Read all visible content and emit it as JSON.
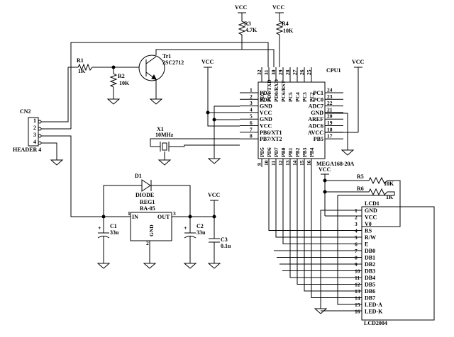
{
  "vcc": "VCC",
  "r3": {
    "ref": "R3",
    "value": "4.7K"
  },
  "r4": {
    "ref": "R4",
    "value": "10K"
  },
  "r1": {
    "ref": "R1",
    "value": "1K"
  },
  "r2": {
    "ref": "R2",
    "value": "10K"
  },
  "tr1": {
    "ref": "Tr1",
    "part": "2SC2712"
  },
  "cn2": {
    "ref": "CN2",
    "part": "HEADER 4",
    "pins": [
      "1",
      "2",
      "3",
      "4"
    ]
  },
  "x1": {
    "ref": "X1",
    "freq": "10MHz"
  },
  "cpu": {
    "ref": "CPU1",
    "part": "MEGA168-20A",
    "left_pins": [
      {
        "num": "1",
        "name": "PD3"
      },
      {
        "num": "2",
        "name": "PD4"
      },
      {
        "num": "3",
        "name": "GND"
      },
      {
        "num": "4",
        "name": "VCC"
      },
      {
        "num": "5",
        "name": "GND"
      },
      {
        "num": "6",
        "name": "VCC"
      },
      {
        "num": "7",
        "name": "PB6/XT1"
      },
      {
        "num": "8",
        "name": "PB7/XT2"
      }
    ],
    "right_pins": [
      {
        "num": "24",
        "name": "PC1"
      },
      {
        "num": "23",
        "name": "PC0"
      },
      {
        "num": "22",
        "name": "ADC7"
      },
      {
        "num": "21",
        "name": "GND"
      },
      {
        "num": "20",
        "name": "AREF"
      },
      {
        "num": "19",
        "name": "ADC6"
      },
      {
        "num": "18",
        "name": "AVCC"
      },
      {
        "num": "17",
        "name": "PB5"
      }
    ],
    "top_pins": [
      {
        "num": "32",
        "name": "PD2"
      },
      {
        "num": "31",
        "name": "PD1/TXD"
      },
      {
        "num": "30",
        "name": "PD0/RXD"
      },
      {
        "num": "29",
        "name": "PC6/RST"
      },
      {
        "num": "28",
        "name": "PC5"
      },
      {
        "num": "27",
        "name": "PC4"
      },
      {
        "num": "26",
        "name": "PC3"
      },
      {
        "num": "25",
        "name": "PC2"
      }
    ],
    "bottom_pins": [
      {
        "num": "9",
        "name": "PD5"
      },
      {
        "num": "10",
        "name": "PD6"
      },
      {
        "num": "11",
        "name": "PD7"
      },
      {
        "num": "12",
        "name": "PB0"
      },
      {
        "num": "13",
        "name": "PB1"
      },
      {
        "num": "14",
        "name": "PB2"
      },
      {
        "num": "15",
        "name": "PB3"
      },
      {
        "num": "16",
        "name": "PB4"
      }
    ]
  },
  "d1": {
    "ref": "D1",
    "part": "DIODE"
  },
  "reg1": {
    "ref": "REG1",
    "part": "BA-05",
    "pin_in": "IN",
    "pin_out": "OUT",
    "pin_gnd": "GND",
    "n1": "1",
    "n2": "2",
    "n3": "3"
  },
  "c1": {
    "ref": "C1",
    "value": "33u",
    "plus": "+"
  },
  "c2": {
    "ref": "C2",
    "value": "33u",
    "plus": "+"
  },
  "c3": {
    "ref": "C3",
    "value": "0.1u"
  },
  "r5": {
    "ref": "R5",
    "value": "10K"
  },
  "r6": {
    "ref": "R6",
    "value": "1K"
  },
  "lcd": {
    "ref": "LCD1",
    "part": "LCD2004",
    "pins": [
      {
        "num": "1",
        "name": "GND"
      },
      {
        "num": "2",
        "name": "VCC"
      },
      {
        "num": "3",
        "name": "V0"
      },
      {
        "num": "4",
        "name": "RS"
      },
      {
        "num": "5",
        "name": "R/W"
      },
      {
        "num": "6",
        "name": "E"
      },
      {
        "num": "7",
        "name": "DB0"
      },
      {
        "num": "8",
        "name": "DB1"
      },
      {
        "num": "9",
        "name": "DB2"
      },
      {
        "num": "10",
        "name": "DB3"
      },
      {
        "num": "11",
        "name": "DB4"
      },
      {
        "num": "12",
        "name": "DB5"
      },
      {
        "num": "13",
        "name": "DB6"
      },
      {
        "num": "14",
        "name": "DB7"
      },
      {
        "num": "15",
        "name": "LED-A"
      },
      {
        "num": "16",
        "name": "LED-K"
      }
    ]
  }
}
